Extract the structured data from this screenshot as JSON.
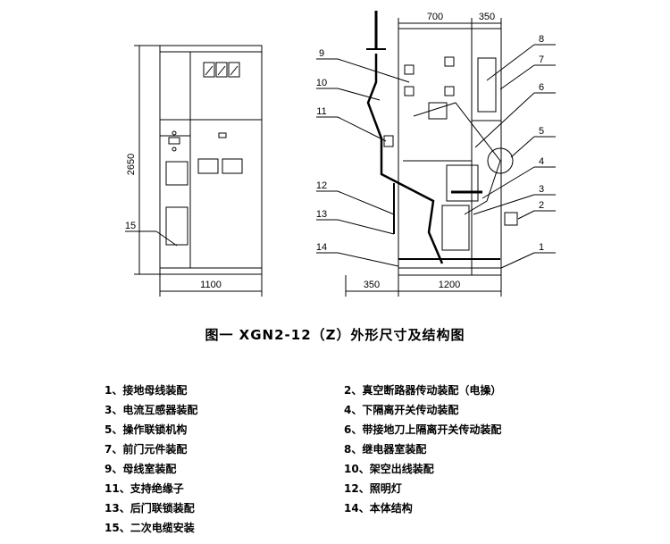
{
  "caption": "图一  XGN2-12（Z）外形尺寸及结构图",
  "dimensions": {
    "height": "2650",
    "front_width": "1100",
    "side_width_left": "350",
    "side_width_main": "1200",
    "top_width_main": "700",
    "top_width_right": "350"
  },
  "callouts": [
    "1",
    "2",
    "3",
    "4",
    "5",
    "6",
    "7",
    "8",
    "9",
    "10",
    "11",
    "12",
    "13",
    "14",
    "15"
  ],
  "legend": [
    "1、接地母线装配",
    "2、真空断路器传动装配（电操）",
    "3、电流互感器装配",
    "4、下隔离开关传动装配",
    "5、操作联锁机构",
    "6、带接地刀上隔离开关传动装配",
    "7、前门元件装配",
    "8、继电器室装配",
    "9、母线室装配",
    "10、架空出线装配",
    "11、支持绝缘子",
    "12、照明灯",
    "13、后门联锁装配",
    "14、本体结构",
    "15、二次电缆安装"
  ]
}
